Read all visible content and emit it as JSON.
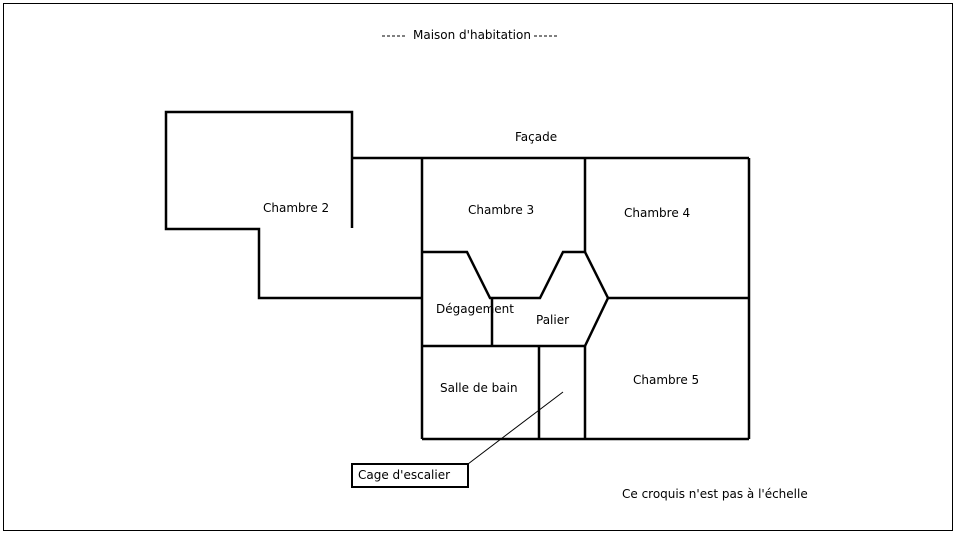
{
  "title": "Maison d'habitation",
  "facade_label": "Façade",
  "rooms": {
    "chambre2": "Chambre 2",
    "chambre3": "Chambre 3",
    "chambre4": "Chambre 4",
    "chambre5": "Chambre 5",
    "degagement": "Dégagement",
    "palier": "Palier",
    "salle_de_bain": "Salle de bain"
  },
  "callout_label": "Cage d'escalier",
  "footnote": "Ce croquis n'est pas à l'échelle",
  "colors": {
    "line": "#000000",
    "background": "#ffffff"
  }
}
